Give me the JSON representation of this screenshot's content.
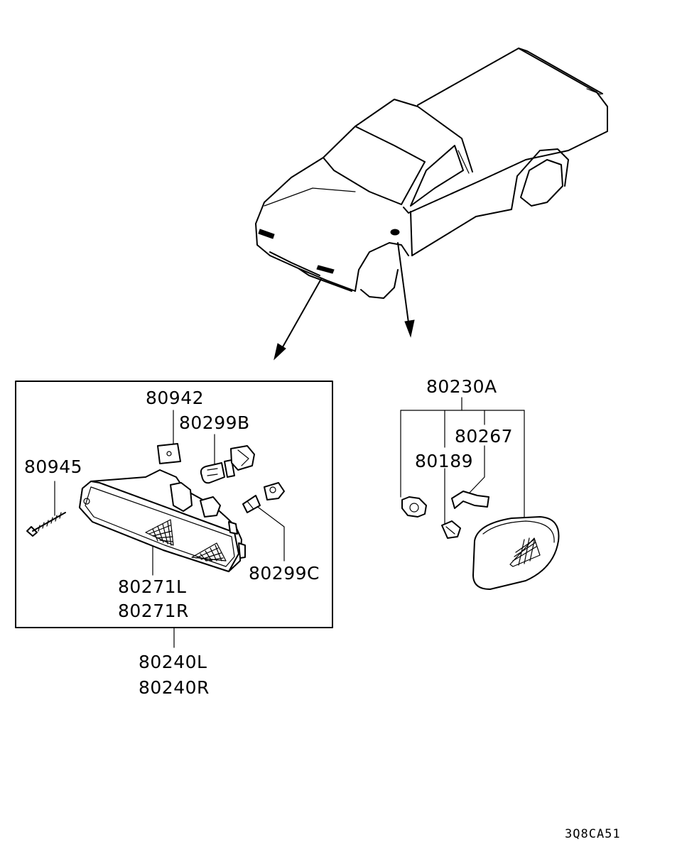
{
  "diagram": {
    "parts": {
      "p80942": "80942",
      "p80299B": "80299B",
      "p80945": "80945",
      "p80271L": "80271L",
      "p80271R": "80271R",
      "p80299C": "80299C",
      "p80240L": "80240L",
      "p80240R": "80240R",
      "p80230A": "80230A",
      "p80267": "80267",
      "p80189": "80189"
    },
    "diagram_code": "3Q8CA51"
  }
}
